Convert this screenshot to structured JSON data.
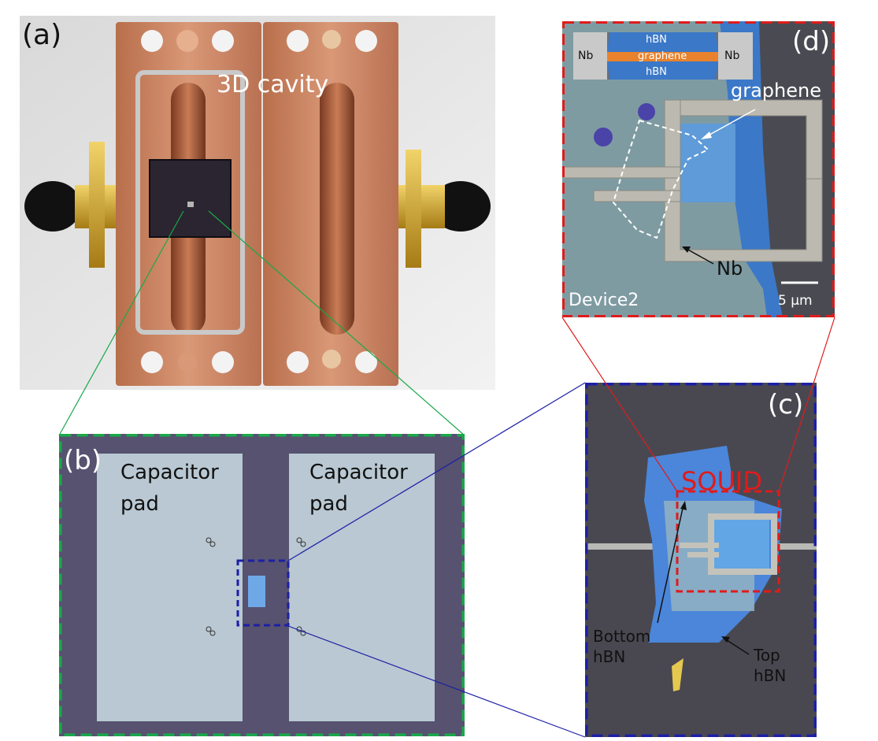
{
  "panels": {
    "a": {
      "label": "(a)",
      "cavity_label": "3D cavity"
    },
    "b": {
      "label": "(b)",
      "pad_left": [
        "Capacitor",
        "pad"
      ],
      "pad_right": [
        "Capacitor",
        "pad"
      ]
    },
    "c": {
      "label": "(c)",
      "squid_label": "SQUID",
      "bottom_hbn": [
        "Bottom",
        "hBN"
      ],
      "top_hbn": [
        "Top",
        "hBN"
      ]
    },
    "d": {
      "label": "(d)",
      "graphene_label": "graphene",
      "nb_label": "Nb",
      "device_label": "Device2",
      "scale_bar": "5 µm",
      "inset": {
        "top": "hBN",
        "middle": "graphene",
        "bottom": "hBN",
        "left": "Nb",
        "right": "Nb"
      }
    }
  },
  "colors": {
    "green": "#1aa84a",
    "blue": "#1d1fa5",
    "red": "#e01b1b",
    "copper": "#c8825f",
    "substrate": "#565270"
  }
}
